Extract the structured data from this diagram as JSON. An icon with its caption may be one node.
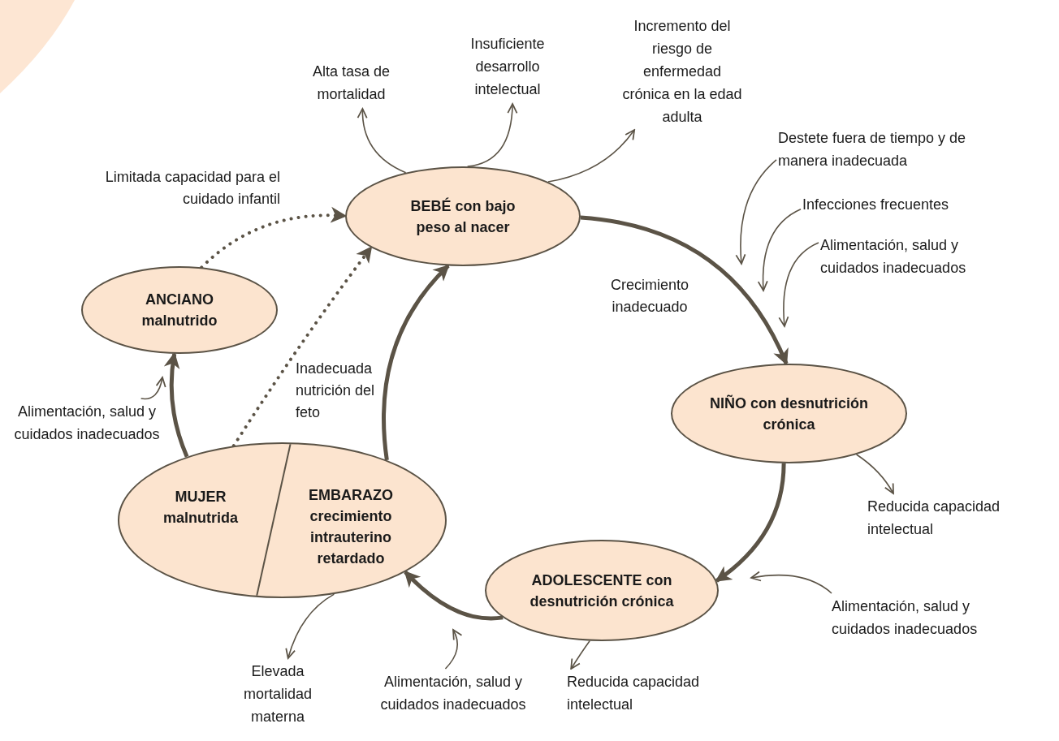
{
  "diagram": {
    "nodes": [
      {
        "text": [
          "BEBÉ con bajo peso al nacer"
        ]
      },
      {
        "text": [
          "NIÑO con desnutrición crónica"
        ]
      },
      {
        "text": [
          "ADOLESCENTE con desnutrición crónica"
        ]
      },
      {
        "text": [
          "MUJER malnutrida",
          "EMBARAZO crecimiento intrauterino retardado"
        ]
      },
      {
        "text": [
          "ANCIANO malnutrido"
        ]
      },
      {
        "text": [
          "Alta tasa de mortalidad"
        ]
      },
      {
        "text": [
          "Insuficiente desarrollo intelectual"
        ]
      },
      {
        "text": [
          "Incremento del riesgo de enfermedad crónica en la edad adulta"
        ]
      },
      {
        "text": [
          "Destete fuera de tiempo y de manera inadecuada"
        ]
      },
      {
        "text": [
          "Infecciones frecuentes"
        ]
      },
      {
        "text": [
          "Alimentación, salud y cuidados inadecuados"
        ]
      },
      {
        "text": [
          "Reducida capacidad intelectual"
        ]
      },
      {
        "text": [
          "Alimentación, salud y cuidados inadecuados"
        ]
      },
      {
        "text": [
          "Reducida capacidad intelectual"
        ]
      },
      {
        "text": [
          "Alimentación, salud y cuidados inadecuados"
        ]
      },
      {
        "text": [
          "Elevada mortalidad materna"
        ]
      },
      {
        "text": [
          "Alimentación, salud y cuidados inadecuados"
        ]
      }
    ],
    "edges": [
      {
        "from": 0,
        "to": 1,
        "arrow": "to",
        "style": "thick",
        "label": "Crecimiento inadecuado"
      },
      {
        "from": 1,
        "to": 2,
        "arrow": "to",
        "style": "thick"
      },
      {
        "from": 2,
        "to": 3,
        "arrow": "to",
        "style": "thick"
      },
      {
        "from": 3,
        "to": 0,
        "arrow": "to",
        "style": "thick"
      },
      {
        "from": 3,
        "to": 4,
        "arrow": "to",
        "style": "thick"
      },
      {
        "from": 4,
        "to": 0,
        "arrow": "to",
        "style": "dashed",
        "label": "Limitada capacidad para el cuidado infantil"
      },
      {
        "from": 3,
        "to": 0,
        "arrow": "to",
        "style": "dashed",
        "label": "Inadecuada nutrición del feto"
      },
      {
        "from": 0,
        "to": 5,
        "arrow": "to"
      },
      {
        "from": 0,
        "to": 6,
        "arrow": "to"
      },
      {
        "from": 0,
        "to": 7,
        "arrow": "to"
      },
      {
        "from": 8,
        "to": null,
        "arrow": "to"
      },
      {
        "from": 9,
        "to": null,
        "arrow": "to"
      },
      {
        "from": 10,
        "to": null,
        "arrow": "to"
      },
      {
        "from": 1,
        "to": 11,
        "arrow": "to"
      },
      {
        "from": 12,
        "to": null,
        "arrow": "to"
      },
      {
        "from": 2,
        "to": 13,
        "arrow": "to"
      },
      {
        "from": 14,
        "to": null,
        "arrow": "to"
      },
      {
        "from": 3,
        "to": 15,
        "arrow": "to"
      },
      {
        "from": 16,
        "to": null,
        "arrow": "to"
      }
    ]
  }
}
